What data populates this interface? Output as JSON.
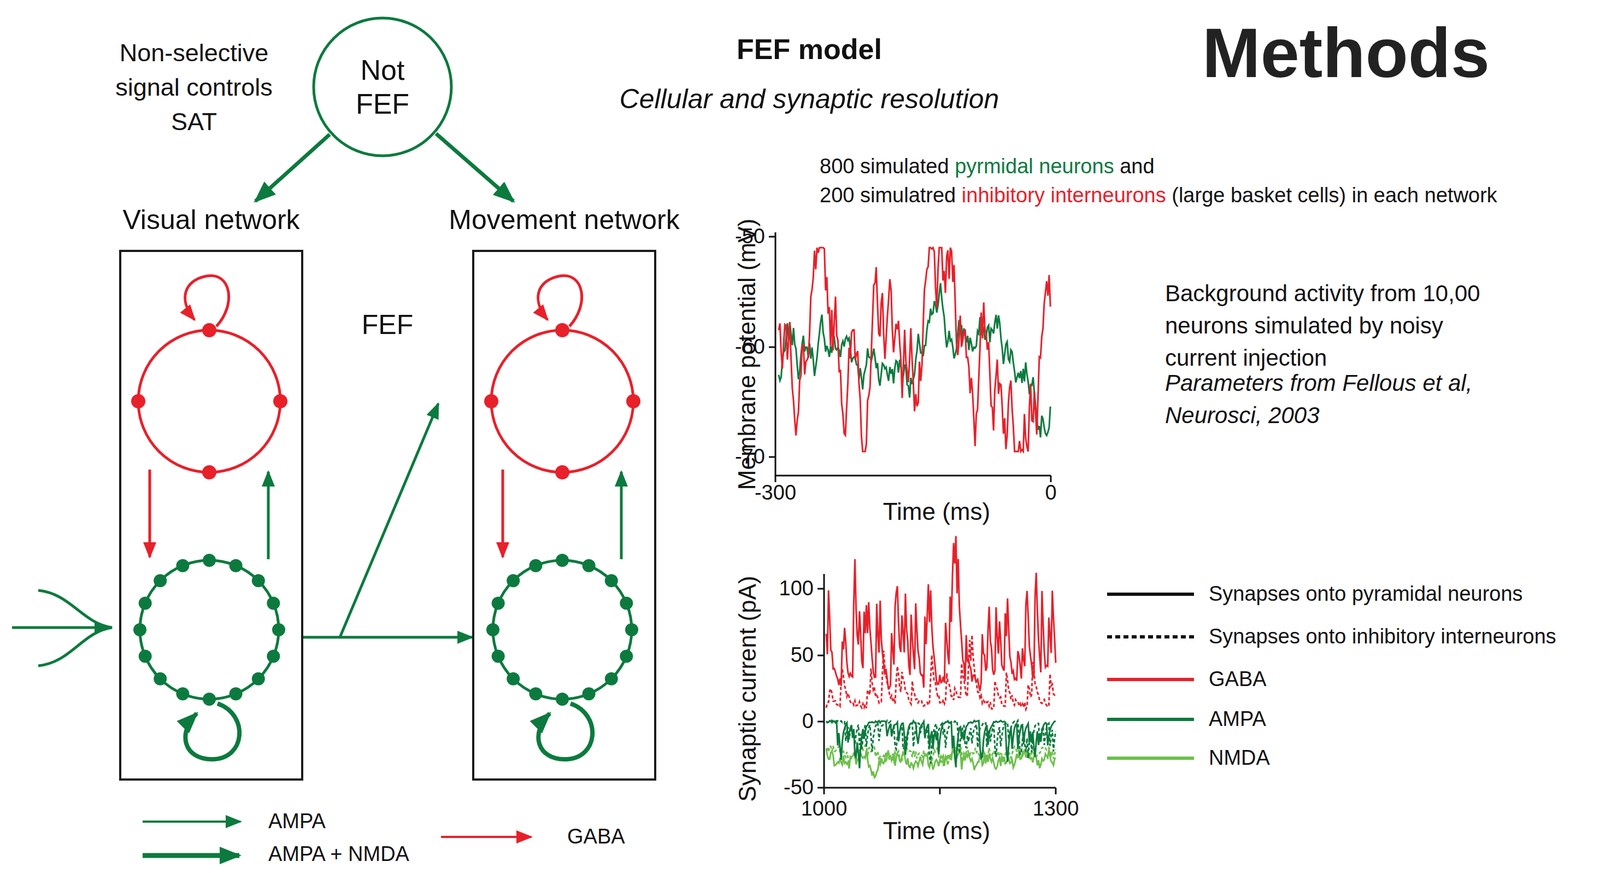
{
  "diagram": {
    "title": "Methods",
    "nodes": [
      {
        "text": [
          "Not FEF"
        ]
      },
      {
        "text": [
          "Visual network"
        ]
      },
      {
        "text": [
          "Movement network"
        ]
      }
    ],
    "edges": [
      {
        "from": 0,
        "to": 1,
        "arrow": "to"
      },
      {
        "from": 0,
        "to": 2,
        "arrow": "to"
      },
      {
        "from": 1,
        "to": 2,
        "arrow": "to"
      }
    ],
    "labels": [
      "Non-selective signal controls SAT",
      "FEF model",
      "Cellular and synaptic resolution",
      "FEF",
      "800 simulated",
      "pyrmidal neurons",
      "and",
      "200 simulatred",
      "inhibitory interneurons",
      "(large basket cells) in each network",
      "Membrane potential (mV)",
      "-50",
      "-60",
      "-70",
      "-300",
      "0",
      "Time (ms)",
      "Background activity from 10,00 neurons simulated by noisy current injection",
      "Parameters from Fellous et al, Neurosci, 2003",
      "Synaptic current (pA)",
      "100",
      "50",
      "0",
      "-50",
      "1000",
      "1300",
      "Time (ms)"
    ],
    "legend": [
      {
        "text": "Synapses onto pyramidal neurons"
      },
      {
        "text": "Synapses onto inhibitory interneurons"
      },
      {
        "text": "GABA",
        "color": "#e8202a"
      },
      {
        "text": "AMPA",
        "color": "#0c7a3e"
      },
      {
        "text": "NMDA",
        "color": "#6cbf4a"
      },
      {
        "text": "AMPA"
      },
      {
        "text": "AMPA + NMDA"
      },
      {
        "text": "GABA"
      }
    ]
  }
}
